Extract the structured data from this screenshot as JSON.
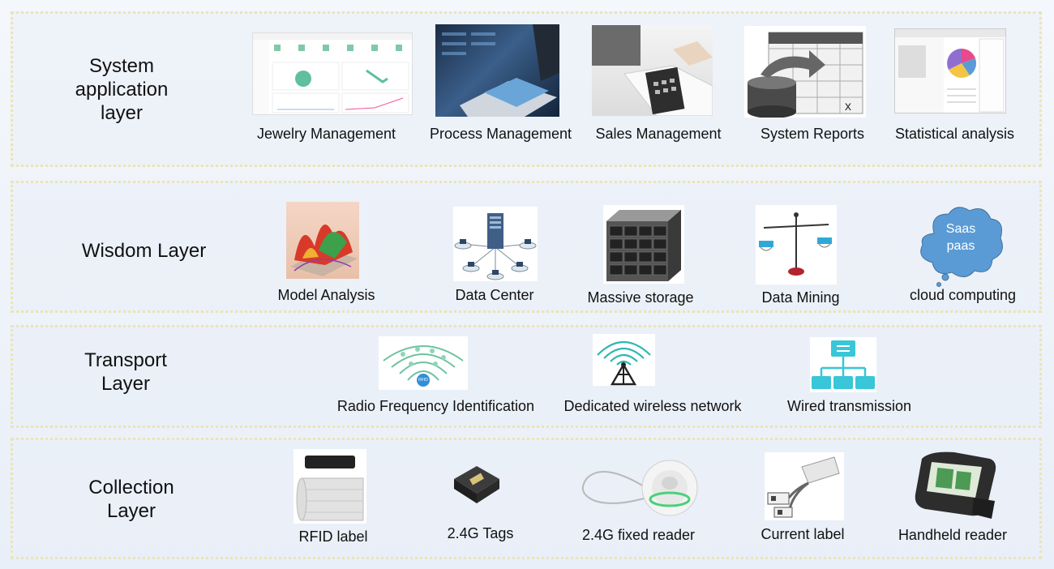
{
  "layers": [
    {
      "title": "System application layer",
      "items": [
        {
          "label": "Jewelry Management",
          "icon": "dashboard-screenshot-icon"
        },
        {
          "label": "Process Management",
          "icon": "tablet-business-photo-icon"
        },
        {
          "label": "Sales Management",
          "icon": "calculator-photo-icon"
        },
        {
          "label": "System Reports",
          "icon": "database-spreadsheet-icon"
        },
        {
          "label": "Statistical analysis",
          "icon": "pie-chart-screenshot-icon"
        }
      ]
    },
    {
      "title": "Wisdom Layer",
      "items": [
        {
          "label": "Model Analysis",
          "icon": "3d-surface-plot-icon"
        },
        {
          "label": "Data Center",
          "icon": "server-network-icon"
        },
        {
          "label": "Massive storage",
          "icon": "storage-array-icon"
        },
        {
          "label": "Data Mining",
          "icon": "balance-scale-icon"
        },
        {
          "label": "cloud computing",
          "icon": "cloud-icon",
          "cloud_text_1": "Saas",
          "cloud_text_2": "paas"
        }
      ]
    },
    {
      "title": "Transport Layer",
      "items": [
        {
          "label": "Radio Frequency Identification",
          "icon": "rfid-signal-icon",
          "badge": "RFID"
        },
        {
          "label": "Dedicated wireless network",
          "icon": "wireless-tower-icon"
        },
        {
          "label": "Wired transmission",
          "icon": "wired-hierarchy-icon"
        }
      ]
    },
    {
      "title": "Collection Layer",
      "items": [
        {
          "label": "RFID label",
          "icon": "rfid-label-roll-icon"
        },
        {
          "label": "2.4G Tags",
          "icon": "tag-device-icon"
        },
        {
          "label": "2.4G fixed reader",
          "icon": "fixed-reader-icon"
        },
        {
          "label": "Current label",
          "icon": "current-label-device-icon"
        },
        {
          "label": "Handheld reader",
          "icon": "handheld-reader-icon"
        }
      ]
    }
  ],
  "colors": {
    "border": "#ece4b3",
    "cloud": "#5b9bd5",
    "signal": "#6cc3a0",
    "teal": "#2fb7b0"
  }
}
